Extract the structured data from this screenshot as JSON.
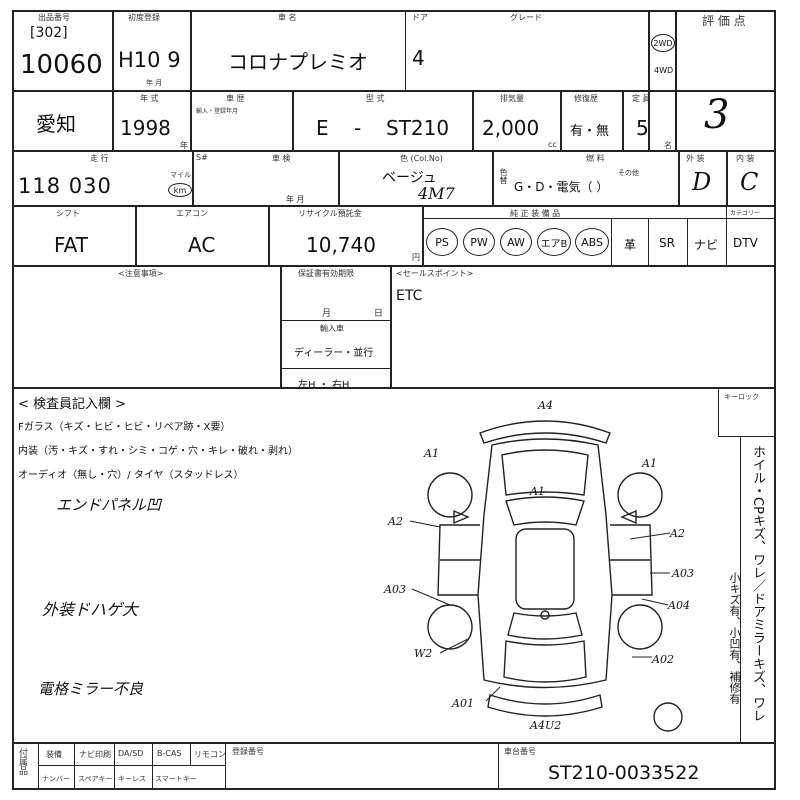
{
  "header": {
    "lot_label": "出品番号",
    "lot_sub": "[302]",
    "lot_number": "10060",
    "first_reg_label": "初度登録",
    "first_reg": "H10 9",
    "first_reg_unit": "年 月",
    "model_label": "車 名",
    "model_name": "コロナプレミオ",
    "doors_label": "ドア",
    "doors": "4",
    "grade_label": "グレード",
    "drive_2wd": "2WD",
    "drive_4wd": "4WD",
    "score_label": "評 価 点",
    "score": "3"
  },
  "row2": {
    "region": "愛知",
    "year_label": "年 式",
    "year": "1998",
    "year_unit": "年",
    "import_label": "車 歴",
    "import_sub": "輸入・登録年月",
    "type_label": "型 式",
    "type_prefix": "E",
    "type_dash": "-",
    "type_code": "ST210",
    "displacement_label": "排気量",
    "displacement": "2,000",
    "displacement_unit": "cc",
    "history_label": "修復歴",
    "history": "有・無",
    "capacity_label": "定 員",
    "capacity": "5",
    "capacity_unit": "名"
  },
  "row3": {
    "mileage_label": "走 行",
    "mileage": "118 030",
    "mileage_unit_mile": "マイル",
    "mileage_unit_km": "km",
    "smeter_label": "S#",
    "inspection_label": "車 検",
    "inspection_units": "年 月",
    "color_label": "色 (Col.No)",
    "color": "ベージュ",
    "color_code": "4M7",
    "color_change_label": "色替",
    "fuel_label": "燃 料",
    "fuel": "G・D・電気（ ）",
    "fuel_other": "その他",
    "exterior_label": "外 装",
    "exterior": "D",
    "interior_label": "内 装",
    "interior": "C"
  },
  "row4": {
    "shift_label": "シフト",
    "shift": "FAT",
    "ac_label": "エアコン",
    "ac": "AC",
    "recycle_label": "リサイクル預託金",
    "recycle": "10,740",
    "recycle_unit": "円",
    "equipment_label": "純 正 装 備 品",
    "equipment": [
      "PS",
      "PW",
      "AW",
      "エアB",
      "ABS"
    ],
    "equipment_plain": [
      "革",
      "SR",
      "ナビ",
      "DTV"
    ],
    "category_label": "カテゴリー"
  },
  "notes": {
    "caution_label": "<注意事項>",
    "warranty_label": "保証書有効期限",
    "warranty_units": "月 日",
    "import_route_label": "輸入車",
    "import_route": "ディーラー・並行",
    "handle": "左H ・ 右H",
    "sales_point_label": "<セールスポイント>",
    "sales_point": "ETC"
  },
  "inspector": {
    "title": "< 検査員記入欄 >",
    "line1": "Fガラス（キズ・ヒビ・ヒビ・リペア跡・X要）",
    "line2": "内装（汚・キズ・すれ・シミ・コゲ・穴・キレ・破れ・剥れ）",
    "line3": "オーディオ（無し・穴）/ タイヤ（スタッドレス）",
    "hand1": "エンドパネル凹",
    "hand2": "外装ドハゲ大",
    "hand3": "電格ミラー不良"
  },
  "diagram_marks": [
    "A4",
    "A1",
    "A1",
    "A1",
    "A2",
    "A2",
    "A03",
    "A03",
    "A04",
    "A02",
    "W2",
    "A01",
    "A4U2"
  ],
  "key_lock_label": "キーロック",
  "side_notes": {
    "line1": "ホイル・CPキズ、ワレ／ドアミラーキズ、ワレ",
    "line2": "小キズ有、小凹有、補修有"
  },
  "footer": {
    "row1": [
      "装備",
      "ナビ印刷",
      "DA/SD",
      "B-CAS",
      "リモコン"
    ],
    "row2": [
      "ナンバー",
      "スペアキー",
      "キーレス",
      "スマートキー"
    ],
    "left_label": "付属品",
    "reg_label": "登録番号",
    "chassis_label": "車台番号",
    "chassis": "ST210-0033522"
  }
}
